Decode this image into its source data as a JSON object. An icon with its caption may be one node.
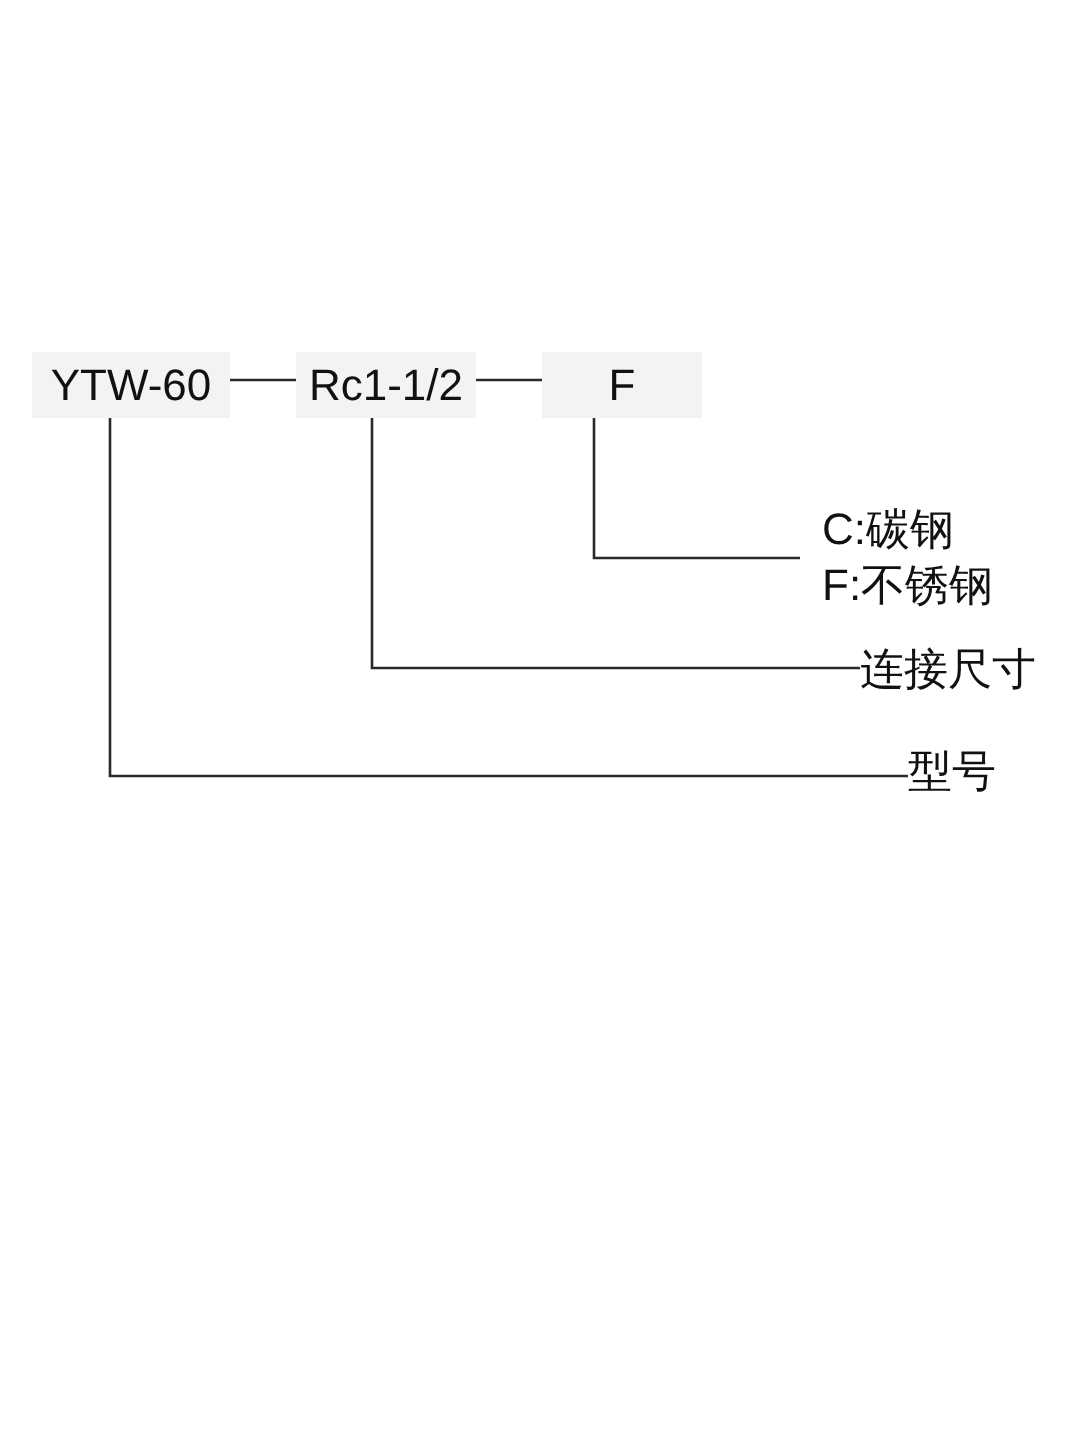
{
  "diagram": {
    "nodes": [
      {
        "text": [
          "YTW-60"
        ]
      },
      {
        "text": [
          "Rc1-1/2"
        ]
      },
      {
        "text": [
          "F"
        ]
      },
      {
        "text": [
          "C:碳钢",
          "F:不锈钢"
        ]
      },
      {
        "text": [
          "连接尺寸"
        ]
      },
      {
        "text": [
          "型号"
        ]
      }
    ],
    "edges": [
      {
        "from": 0,
        "to": 1,
        "arrow": "none"
      },
      {
        "from": 1,
        "to": 2,
        "arrow": "none"
      },
      {
        "from": 3,
        "to": 2,
        "arrow": "none"
      },
      {
        "from": 4,
        "to": 1,
        "arrow": "none"
      },
      {
        "from": 5,
        "to": 0,
        "arrow": "none"
      }
    ]
  }
}
